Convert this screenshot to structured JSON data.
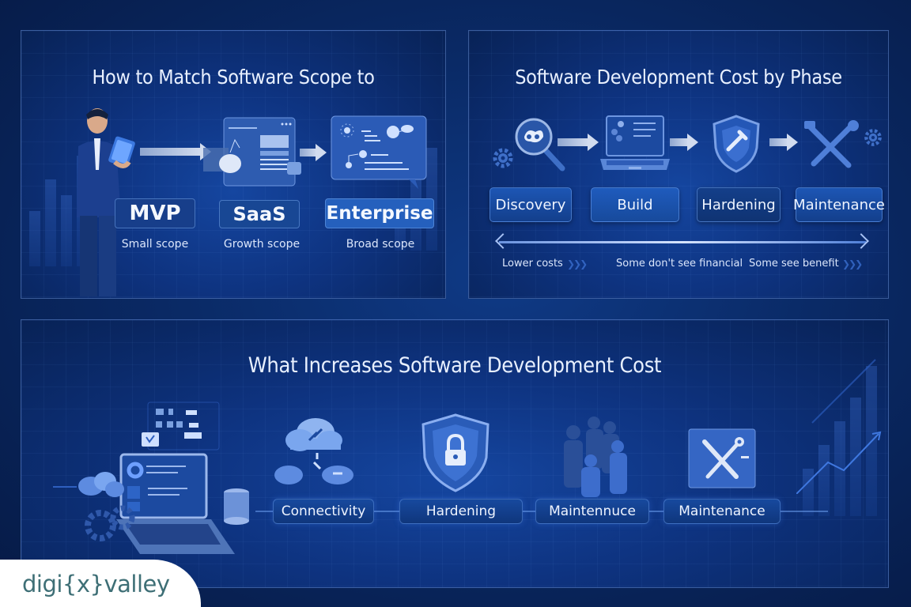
{
  "scope_panel": {
    "title": "How to Match Software Scope to",
    "tiers": [
      {
        "label": "MVP",
        "subtitle": "Small scope"
      },
      {
        "label": "SaaS",
        "subtitle": "Growth scope"
      },
      {
        "label": "Enterprise",
        "subtitle": "Broad scope"
      }
    ],
    "icons": [
      "person-with-tablet-icon",
      "dashboard-window-icon",
      "network-diagram-window-icon"
    ]
  },
  "phase_panel": {
    "title": "Software Development Cost by Phase",
    "phases": [
      {
        "label": "Discovery",
        "icon": "magnifier-icon"
      },
      {
        "label": "Build",
        "icon": "laptop-icon"
      },
      {
        "label": "Hardening",
        "icon": "shield-icon"
      },
      {
        "label": "Maintenance",
        "icon": "tools-icon"
      }
    ],
    "scale_labels": [
      "Lower costs",
      "Some don't see financial",
      "Some see benefit"
    ],
    "chevrons": "❯❯❯"
  },
  "factors_panel": {
    "title": "What Increases Software Development Cost",
    "factors": [
      {
        "label": "Connectivity",
        "icon": "cloud-link-icon"
      },
      {
        "label": "Hardening",
        "icon": "shield-lock-icon"
      },
      {
        "label": "Maintennuce",
        "icon": "team-people-icon"
      },
      {
        "label": "Maintenance",
        "icon": "wrench-screwdriver-icon"
      }
    ]
  },
  "colors": {
    "background": "#0a2a66",
    "panel": "#0e3380",
    "accent": "#1d56b4",
    "text": "#e8f0ff",
    "logo_text": "#3e6f76"
  },
  "logo": {
    "text": "digi{x}valley"
  }
}
